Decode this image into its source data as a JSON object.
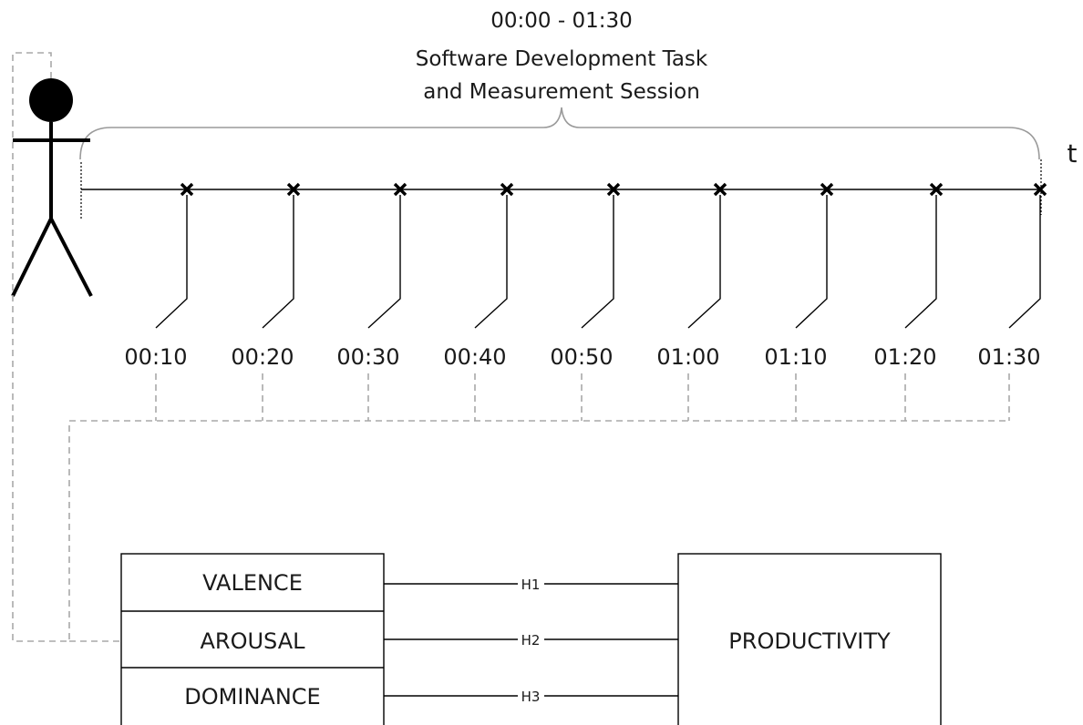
{
  "header": {
    "session_time": "00:00 - 01:30",
    "title_line1": "Software Development Task",
    "title_line2": "and Measurement Session"
  },
  "axis": {
    "label": "t"
  },
  "timepoints": [
    "00:10",
    "00:20",
    "00:30",
    "00:40",
    "00:50",
    "01:00",
    "01:10",
    "01:20",
    "01:30"
  ],
  "dimensions": [
    "VALENCE",
    "AROUSAL",
    "DOMINANCE"
  ],
  "outcome": "PRODUCTIVITY",
  "hypotheses": [
    "H1",
    "H2",
    "H3"
  ]
}
